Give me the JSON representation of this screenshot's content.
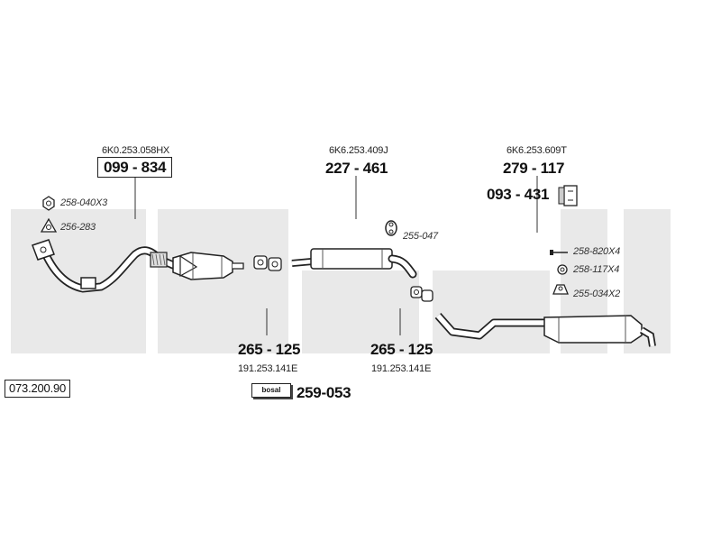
{
  "diagram": {
    "ref_code": "073.200.90",
    "brand": "bosal",
    "groups": [
      {
        "oem": "6K0.253.058HX",
        "part": "099 - 834"
      },
      {
        "oem": "6K6.253.409J",
        "part": "227 - 461"
      },
      {
        "oem": "6K6.253.609T",
        "part": "279 - 117"
      }
    ],
    "mount": {
      "part": "093 - 431"
    },
    "accessories": [
      {
        "code": "258-040X3",
        "icon": "nut-icon"
      },
      {
        "code": "256-283",
        "icon": "triangle-gasket-icon"
      },
      {
        "code": "255-047",
        "icon": "rubber-hanger-icon"
      },
      {
        "code": "258-820X4",
        "icon": "bolt-icon"
      },
      {
        "code": "258-117X4",
        "icon": "washer-icon"
      },
      {
        "code": "255-034X2",
        "icon": "bracket-icon"
      }
    ],
    "clamps": [
      {
        "part": "265 - 125",
        "oem": "191.253.141E"
      },
      {
        "part": "265 - 125",
        "oem": "191.253.141E"
      }
    ],
    "kit": {
      "part": "259-053"
    }
  }
}
